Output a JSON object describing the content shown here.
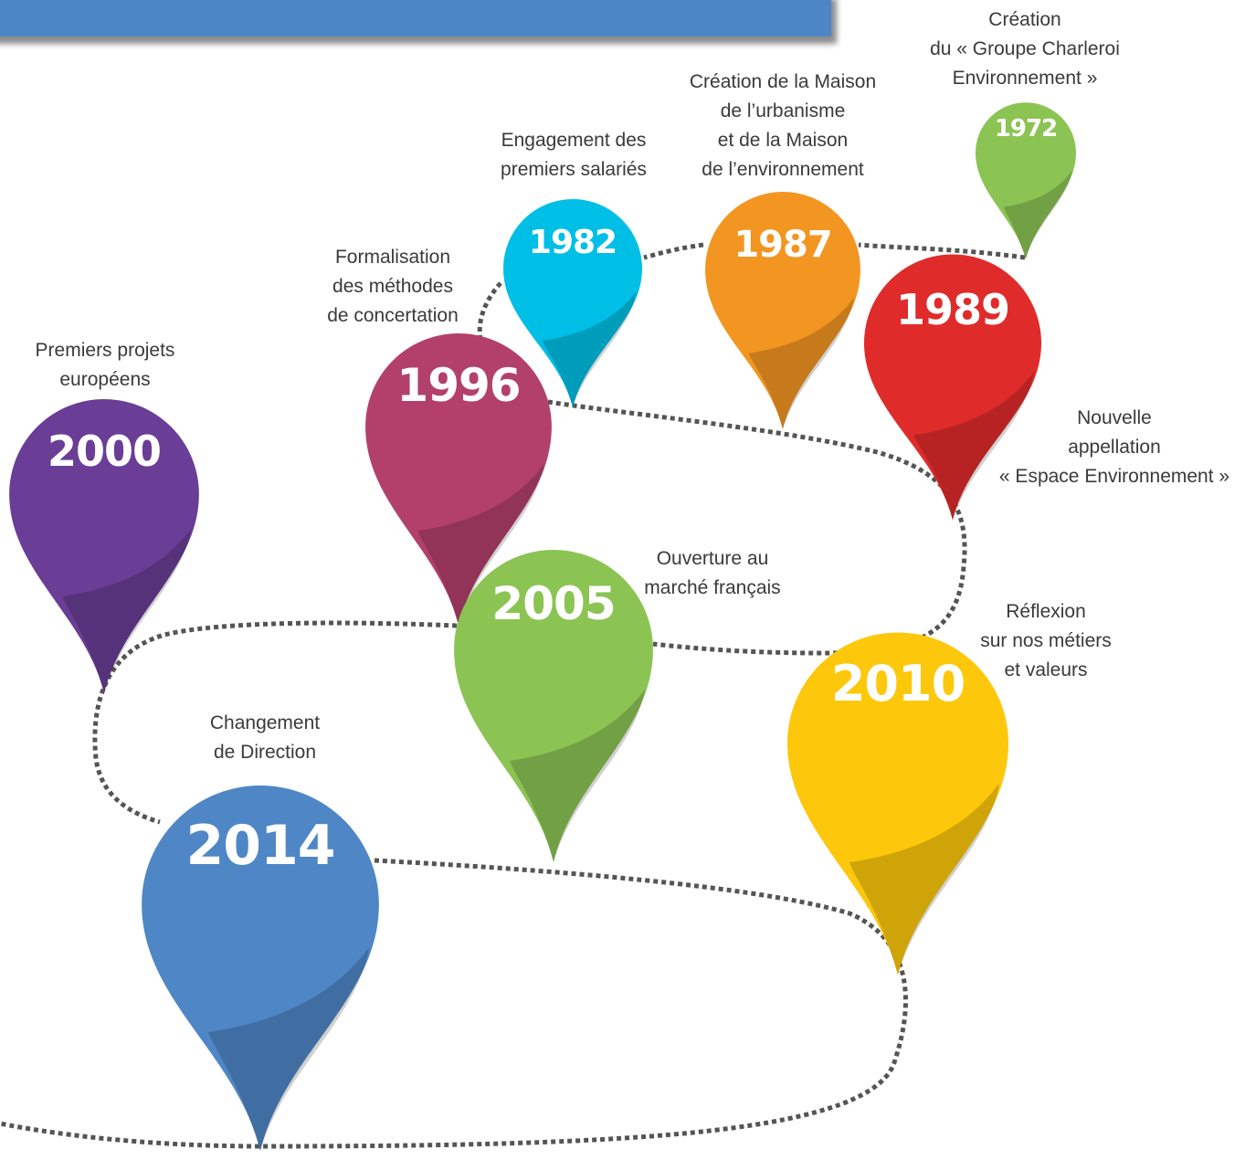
{
  "colors": {
    "banner": "#4d86c6",
    "path": "#555555"
  },
  "milestones": [
    {
      "year": "1972",
      "color": "#8bc453",
      "lines": [
        "Création",
        "du « Groupe Charleroi",
        "Environnement »"
      ]
    },
    {
      "year": "1982",
      "color": "#00bfe6",
      "lines": [
        "Engagement des",
        "premiers salariés"
      ]
    },
    {
      "year": "1987",
      "color": "#f39521",
      "lines": [
        "Création de la Maison",
        "de l’urbanisme",
        "et de la Maison",
        "de l’environnement"
      ]
    },
    {
      "year": "1989",
      "color": "#e02b2b",
      "lines": [
        "Nouvelle",
        "appellation",
        "« Espace Environnement »"
      ]
    },
    {
      "year": "1996",
      "color": "#b3406b",
      "lines": [
        "Formalisation",
        "des méthodes",
        "de concertation"
      ]
    },
    {
      "year": "2000",
      "color": "#6a3d96",
      "lines": [
        "Premiers projets",
        "européens"
      ]
    },
    {
      "year": "2005",
      "color": "#8bc453",
      "lines": [
        "Ouverture au",
        "marché français"
      ]
    },
    {
      "year": "2010",
      "color": "#fdc80c",
      "lines": [
        "Réflexion",
        "sur nos métiers",
        "et valeurs"
      ]
    },
    {
      "year": "2014",
      "color": "#4f86c6",
      "lines": [
        "Changement",
        "de Direction"
      ]
    }
  ]
}
